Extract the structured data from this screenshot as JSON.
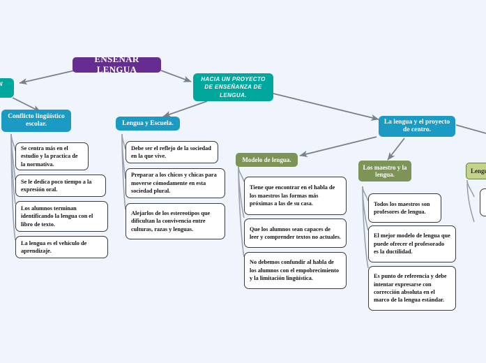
{
  "diagram": {
    "title": "ENSEÑAR LENGUA",
    "background_color": "#f0f4fc",
    "type": "mind-map"
  },
  "colors": {
    "root": "#662d91",
    "teal_dark": "#00a79d",
    "teal": "#1b9ac4",
    "green": "#7d9456",
    "green_light": "#c3d48a",
    "connector": "#7a7f8c",
    "leaf_border": "#3a3a3a",
    "leaf_fill": "#ffffff"
  },
  "nodes": {
    "root": {
      "label": "ENSEÑAR LENGUA"
    },
    "situacion_actual": {
      "label": "SITUACIÓN ACTUAL."
    },
    "hacia_proyecto": {
      "label": "HACIA UN PROYECTO DE ENSEÑANZA DE LENGUA."
    },
    "conflicto": {
      "label": "Conflicto lingüístico escolar."
    },
    "lengua_escuela": {
      "label": "Lengua y Escuela."
    },
    "proyecto_centro": {
      "label": "La lengua y el proyecto de centro."
    },
    "modelo_lengua": {
      "label": "Modelo de lengua."
    },
    "maestros_lengua": {
      "label": "Los maestro y la lengua."
    },
    "lengua_right": {
      "label": "Lengua"
    }
  },
  "branches": {
    "conflicto_items": [
      "Se centra más en el estudio y la practica de la normativa.",
      "Se le dedica poco tiempo a la expresión oral.",
      "Los alumnos terminan identificando la lengua con el libro de texto.",
      "La lengua es el vehículo de aprendizaje."
    ],
    "lengua_escuela_items": [
      "Debe ser el reflejo de la sociedad en la que vive.",
      "Preparar a los chicos y chicas para moverse cómodamente en esta sociedad plural.",
      "Alejarlos de los estereotipos que dificultan la convivencia entre culturas, razas y lenguas."
    ],
    "modelo_lengua_items": [
      "Tiene que encontrar en el habla de los maestros las formas más próximas a las de su casa.",
      "Que los alumnos sean capaces de leer y comprender textos no actuales.",
      "No debemos confundir al habla de los alumnos con el empobrecimiento y la limitación lingüística."
    ],
    "maestros_lengua_items": [
      "Todos los maestros son profesores de lengua.",
      "El mejor modelo de lengua que puede ofrecer el profesorado es la ductilidad.",
      "Es punto de referencia y debe intentar expresarse con corrección absoluta en el marco  de la lengua estándar."
    ]
  }
}
